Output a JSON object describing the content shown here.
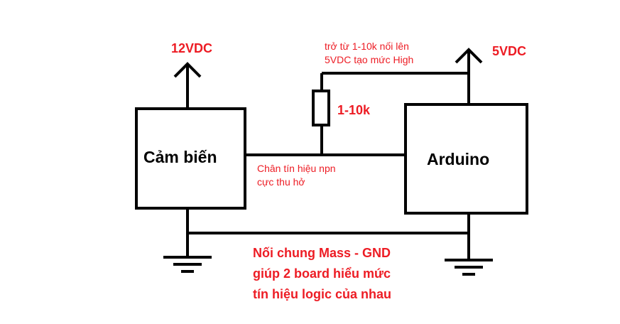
{
  "labels": {
    "supply_12v": "12VDC",
    "supply_5v": "5VDC",
    "sensor_box": "Cảm biến",
    "arduino_box": "Arduino",
    "resistor_value": "1-10k",
    "pullup_note": [
      "trở từ 1-10k nối lên",
      "5VDC tạo mức High"
    ],
    "signal_note": [
      "Chân tín hiệu npn",
      "cực thu hở"
    ],
    "ground_note": [
      "Nối chung Mass - GND",
      "giúp 2 board hiểu mức",
      "tín hiệu logic của nhau"
    ]
  },
  "colors": {
    "wire": "#000000",
    "annotation": "#ed1c24",
    "background": "#ffffff"
  }
}
